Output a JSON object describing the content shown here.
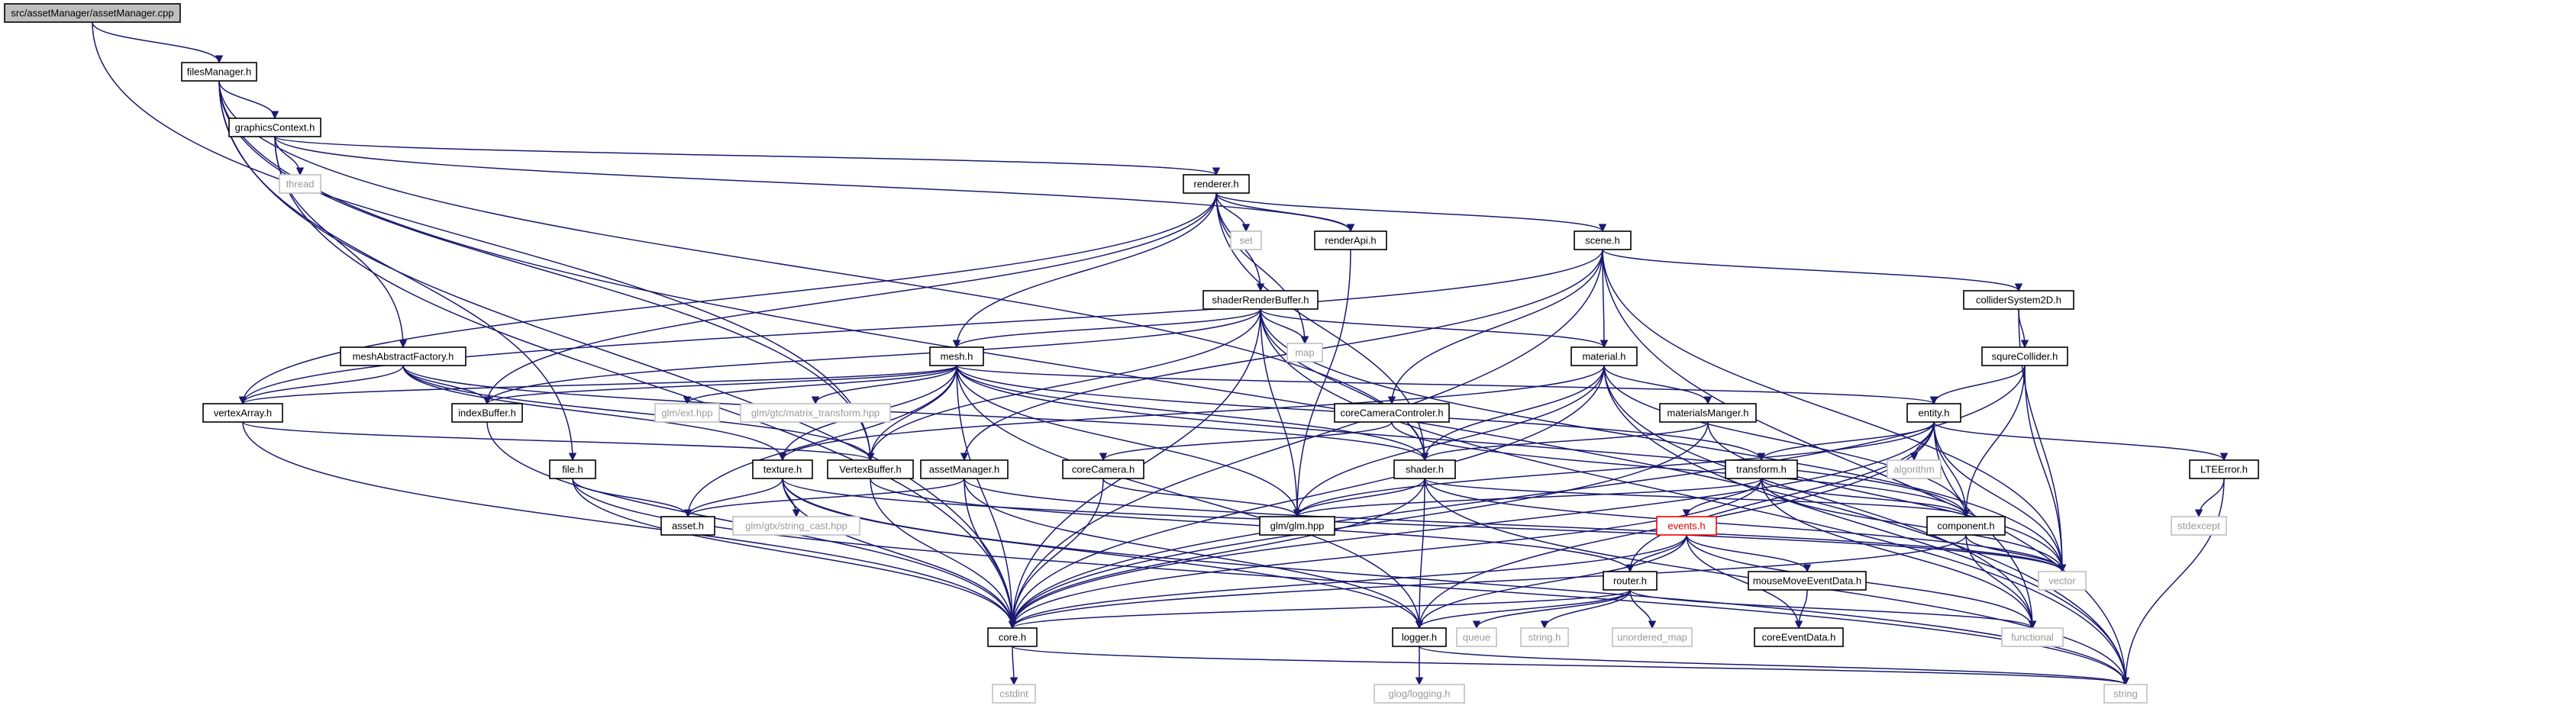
{
  "colors": {
    "edge": "#191970",
    "root_fill": "#bfbfbf",
    "header_border": "#000000",
    "system_border": "#bfbfbf",
    "system_text": "#9a9a9a",
    "incomplete_border": "#ff0000"
  },
  "nodes": {
    "root": "src/assetManager/assetManager.cpp",
    "filesManager": "filesManager.h",
    "graphicsContext": "graphicsContext.h",
    "thread": "thread",
    "renderer": "renderer.h",
    "set": "set",
    "renderApi": "renderApi.h",
    "scene": "scene.h",
    "shaderRenderBuffer": "shaderRenderBuffer.h",
    "map": "map",
    "colliderSystem2D": "colliderSystem2D.h",
    "squreCollider": "squreCollider.h",
    "meshAbstractFactory": "meshAbstractFactory.h",
    "mesh": "mesh.h",
    "material": "material.h",
    "vertexArray": "vertexArray.h",
    "indexBuffer": "indexBuffer.h",
    "glmExt": "glm/ext.hpp",
    "glmMatrixTransform": "glm/gtc/matrix_transform.hpp",
    "coreCameraControler": "coreCameraControler.h",
    "materialsManger": "materialsManger.h",
    "entity": "entity.h",
    "algorithm": "algorithm",
    "lteError": "LTEError.h",
    "stdexcept": "stdexcept",
    "fileH": "file.h",
    "texture": "texture.h",
    "vertexBuffer": "VertexBuffer.h",
    "assetManagerH": "assetManager.h",
    "coreCamera": "coreCamera.h",
    "shader": "shader.h",
    "transform": "transform.h",
    "component": "component.h",
    "asset": "asset.h",
    "glmStringCast": "glm/gtx/string_cast.hpp",
    "glm": "glm/glm.hpp",
    "events": "events.h",
    "vector": "vector",
    "router": "router.h",
    "mouseMoveEventData": "mouseMoveEventData.h",
    "coreEventData": "coreEventData.h",
    "core": "core.h",
    "logger": "logger.h",
    "queue": "queue",
    "stringH": "string.h",
    "unorderedMap": "unordered_map",
    "functional": "functional",
    "cstdint": "cstdint",
    "glogLogging": "glog/logging.h",
    "string": "string"
  }
}
